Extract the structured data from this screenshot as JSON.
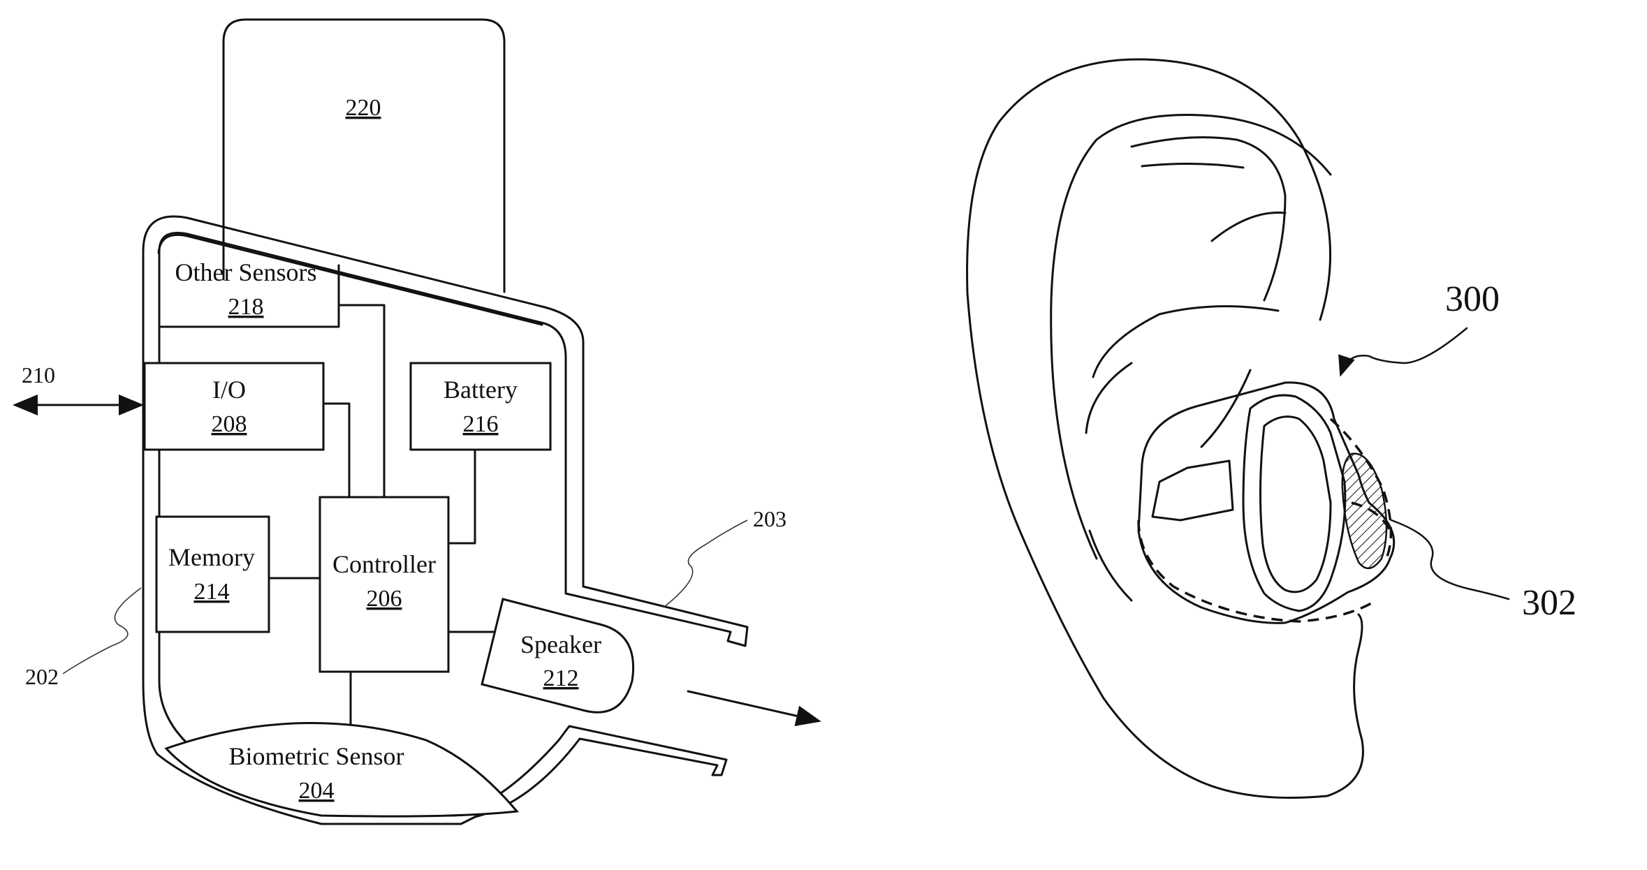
{
  "figure_left": {
    "case_label": "220",
    "components": {
      "other_sensors": {
        "name": "Other Sensors",
        "num": "218"
      },
      "io": {
        "name": "I/O",
        "num": "208"
      },
      "battery": {
        "name": "Battery",
        "num": "216"
      },
      "memory": {
        "name": "Memory",
        "num": "214"
      },
      "controller": {
        "name": "Controller",
        "num": "206"
      },
      "speaker": {
        "name": "Speaker",
        "num": "212"
      },
      "biometric_sensor": {
        "name": "Biometric Sensor",
        "num": "204"
      }
    },
    "refs": {
      "io_arrow": "210",
      "housing": "202",
      "nozzle": "203"
    }
  },
  "figure_right": {
    "refs": {
      "device": "300",
      "sensor_region": "302"
    }
  }
}
